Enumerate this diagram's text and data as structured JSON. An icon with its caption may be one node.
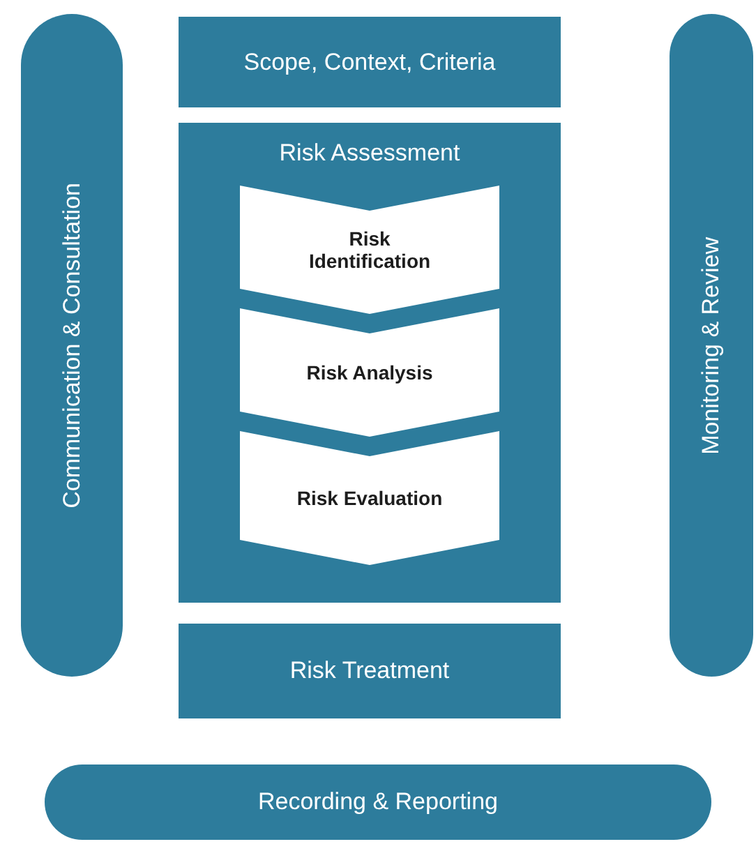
{
  "diagram": {
    "nodes": [
      {
        "text": [
          "Communication & Consultation"
        ]
      },
      {
        "text": [
          "Scope, Context, Criteria"
        ]
      },
      {
        "text": [
          "Risk Assessment"
        ]
      },
      {
        "text": [
          "Risk Identification"
        ],
        "in": 2
      },
      {
        "text": [
          "Risk Analysis"
        ],
        "in": 2
      },
      {
        "text": [
          "Risk Evaluation"
        ],
        "in": 2
      },
      {
        "text": [
          "Risk Treatment"
        ]
      },
      {
        "text": [
          "Monitoring & Review"
        ]
      },
      {
        "text": [
          "Recording & Reporting"
        ]
      }
    ]
  }
}
